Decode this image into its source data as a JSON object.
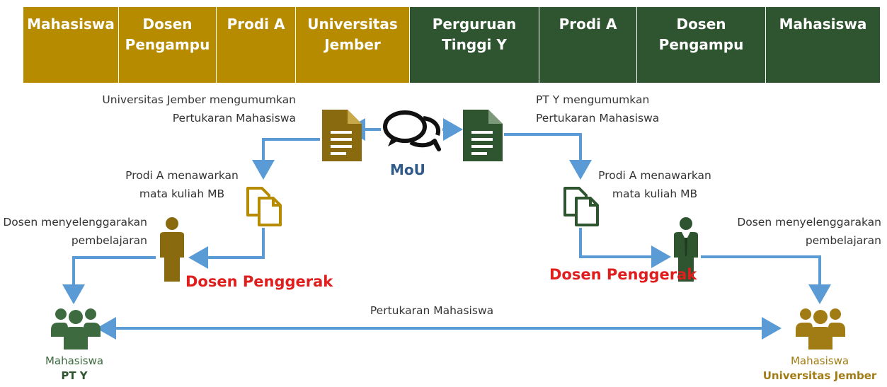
{
  "header": {
    "cols": [
      {
        "l1": "Mahasiswa",
        "l2": ""
      },
      {
        "l1": "Dosen",
        "l2": "Pengampu"
      },
      {
        "l1": "Prodi A",
        "l2": ""
      },
      {
        "l1": "Universitas",
        "l2": "Jember"
      },
      {
        "l1": "Perguruan",
        "l2": "Tinggi Y"
      },
      {
        "l1": "Prodi A",
        "l2": ""
      },
      {
        "l1": "Dosen",
        "l2": "Pengampu"
      },
      {
        "l1": "Mahasiswa",
        "l2": ""
      }
    ]
  },
  "labels": {
    "uj_announce_1": "Universitas Jember mengumumkan",
    "uj_announce_2": "Pertukaran Mahasiswa",
    "pty_announce_1": "PT Y mengumumkan",
    "pty_announce_2": "Pertukaran Mahasiswa",
    "mou": "MoU",
    "prodi_left_1": "Prodi A menawarkan",
    "prodi_left_2": "mata kuliah MB",
    "prodi_right_1": "Prodi A menawarkan",
    "prodi_right_2": "mata kuliah MB",
    "dosen_left_1": "Dosen menyelenggarakan",
    "dosen_left_2": "pembelajaran",
    "dosen_right_1": "Dosen menyelenggarakan",
    "dosen_right_2": "pembelajaran",
    "penggerak_left": "Dosen Penggerak",
    "penggerak_right": "Dosen Penggerak",
    "exchange": "Pertukaran Mahasiswa",
    "mhs_left_1": "Mahasiswa",
    "mhs_left_2": "PT Y",
    "mhs_right_1": "Mahasiswa",
    "mhs_right_2": "Universitas Jember"
  },
  "colors": {
    "gold": "#b68b00",
    "green": "#2f5530",
    "arrow": "#5b9bd5",
    "red": "#e01e1e",
    "mou": "#2f5a8a"
  },
  "icons": [
    "document-icon",
    "chat-bubbles-icon",
    "copy-documents-icon",
    "person-icon",
    "business-person-icon",
    "group-icon"
  ]
}
